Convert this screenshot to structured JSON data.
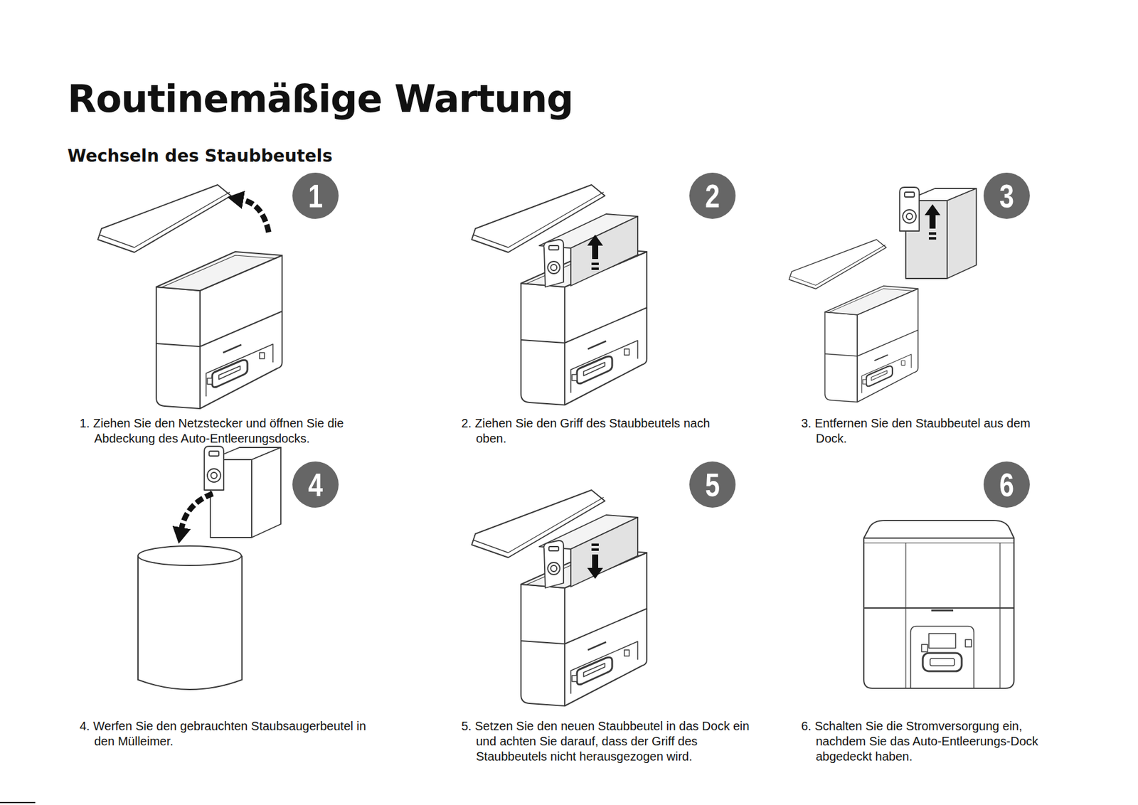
{
  "diagram": {
    "title": "Routinemäßige Wartung",
    "nodes": [
      {
        "text": [
          "1"
        ]
      },
      {
        "text": [
          "2"
        ]
      },
      {
        "text": [
          "3"
        ]
      },
      {
        "text": [
          "4"
        ]
      },
      {
        "text": [
          "5"
        ]
      },
      {
        "text": [
          "6"
        ]
      }
    ],
    "labels": [
      "Wechseln des Staubbeutels",
      "1. Ziehen Sie den Netzstecker und öffnen Sie die Abdeckung des Auto-Entleerungsdocks.",
      "2. Ziehen Sie den Griff des Staubbeutels nach oben.",
      "3. Entfernen Sie den Staubbeutel aus dem Dock.",
      "4. Werfen Sie den gebrauchten Staubsaugerbeutel in den Mülleimer.",
      "5. Setzen Sie den neuen Staubbeutel in das Dock ein und achten Sie darauf, dass der Griff des Staubbeutels nicht herausgezogen wird.",
      "6. Schalten Sie die Stromversorgung ein, nachdem Sie das Auto-Entleerungs-Dock abgedeckt haben."
    ]
  }
}
